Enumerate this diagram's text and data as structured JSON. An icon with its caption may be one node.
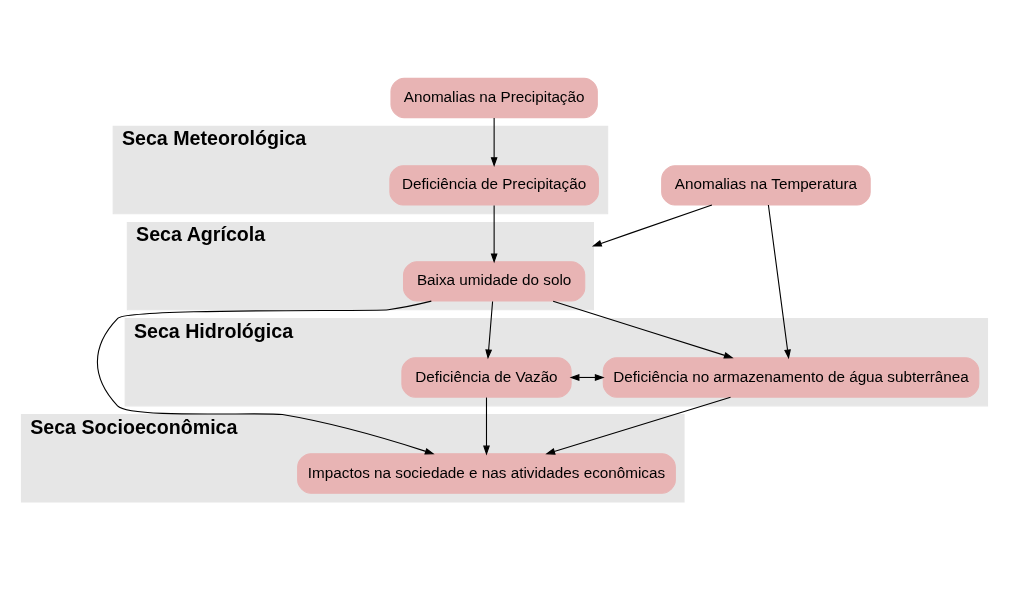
{
  "diagram": {
    "nodes": [
      {
        "text": [
          "Anomalias na Precipitação"
        ]
      },
      {
        "text": [
          "Anomalias na Temperatura"
        ]
      },
      {
        "text": [
          "Seca Meteorológica"
        ]
      },
      {
        "text": [
          "Deficiência de Precipitação"
        ],
        "in": 2
      },
      {
        "text": [
          "Seca Agrícola"
        ]
      },
      {
        "text": [
          "Baixa umidade do solo"
        ],
        "in": 4
      },
      {
        "text": [
          "Seca Hidrológica"
        ]
      },
      {
        "text": [
          "Deficiência de Vazão"
        ],
        "in": 6
      },
      {
        "text": [
          "Deficiência no armazenamento de água subterrânea"
        ],
        "in": 6
      },
      {
        "text": [
          "Seca Socioeconômica"
        ]
      },
      {
        "text": [
          "Impactos na sociedade e nas atividades econômicas"
        ],
        "in": 9
      }
    ],
    "edges": [
      {
        "from": 0,
        "to": 3,
        "arrow": "to"
      },
      {
        "from": 1,
        "to": 4,
        "arrow": "to"
      },
      {
        "from": 1,
        "to": 8,
        "arrow": "to"
      },
      {
        "from": 3,
        "to": 5,
        "arrow": "to"
      },
      {
        "from": 5,
        "to": 7,
        "arrow": "to"
      },
      {
        "from": 5,
        "to": 10,
        "arrow": "to"
      },
      {
        "from": 5,
        "to": 8,
        "arrow": "to"
      },
      {
        "from": 7,
        "to": 8,
        "arrow": "both"
      },
      {
        "from": 7,
        "to": 10,
        "arrow": "to"
      },
      {
        "from": 8,
        "to": 10,
        "arrow": "to"
      }
    ]
  }
}
